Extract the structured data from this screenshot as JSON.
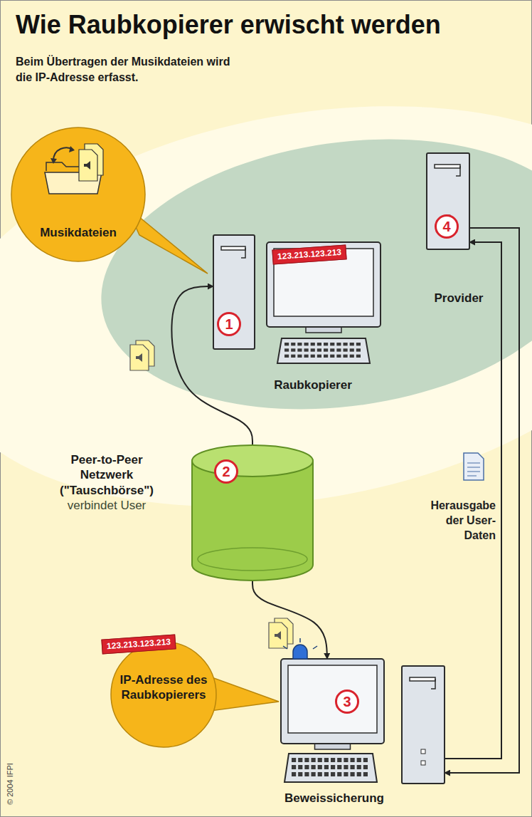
{
  "diagram": {
    "title": "Wie Raubkopierer erwischt werden",
    "caption": "Beim Übertragen der Musikdateien wird die IP-Adresse erfasst.",
    "nodes": [
      {
        "text": [
          "Musikdateien"
        ]
      },
      {
        "text": [
          "Raubkopierer"
        ]
      },
      {
        "text": [
          "123.213.123.213"
        ],
        "in": 1
      },
      {
        "text": [
          "Provider"
        ]
      },
      {
        "text": [
          "Peer-to-Peer Netzwerk (\"Tauschbörse\")",
          "verbindet User"
        ]
      },
      {
        "text": [
          "IP-Adresse des Raubkopierers"
        ]
      },
      {
        "text": [
          "123.213.123.213"
        ],
        "in": 5
      },
      {
        "text": [
          "Beweissicherung"
        ]
      }
    ],
    "edges": [
      {
        "from": 4,
        "to": 1,
        "arrow": "to"
      },
      {
        "from": 4,
        "to": 7,
        "arrow": "to"
      },
      {
        "from": 7,
        "to": 3,
        "arrow": "to"
      },
      {
        "from": 3,
        "to": 7,
        "arrow": "to"
      }
    ],
    "labels": [
      "1",
      "2",
      "3",
      "4",
      "Herausgabe der User-Daten",
      "© 2004 IFPI"
    ]
  }
}
